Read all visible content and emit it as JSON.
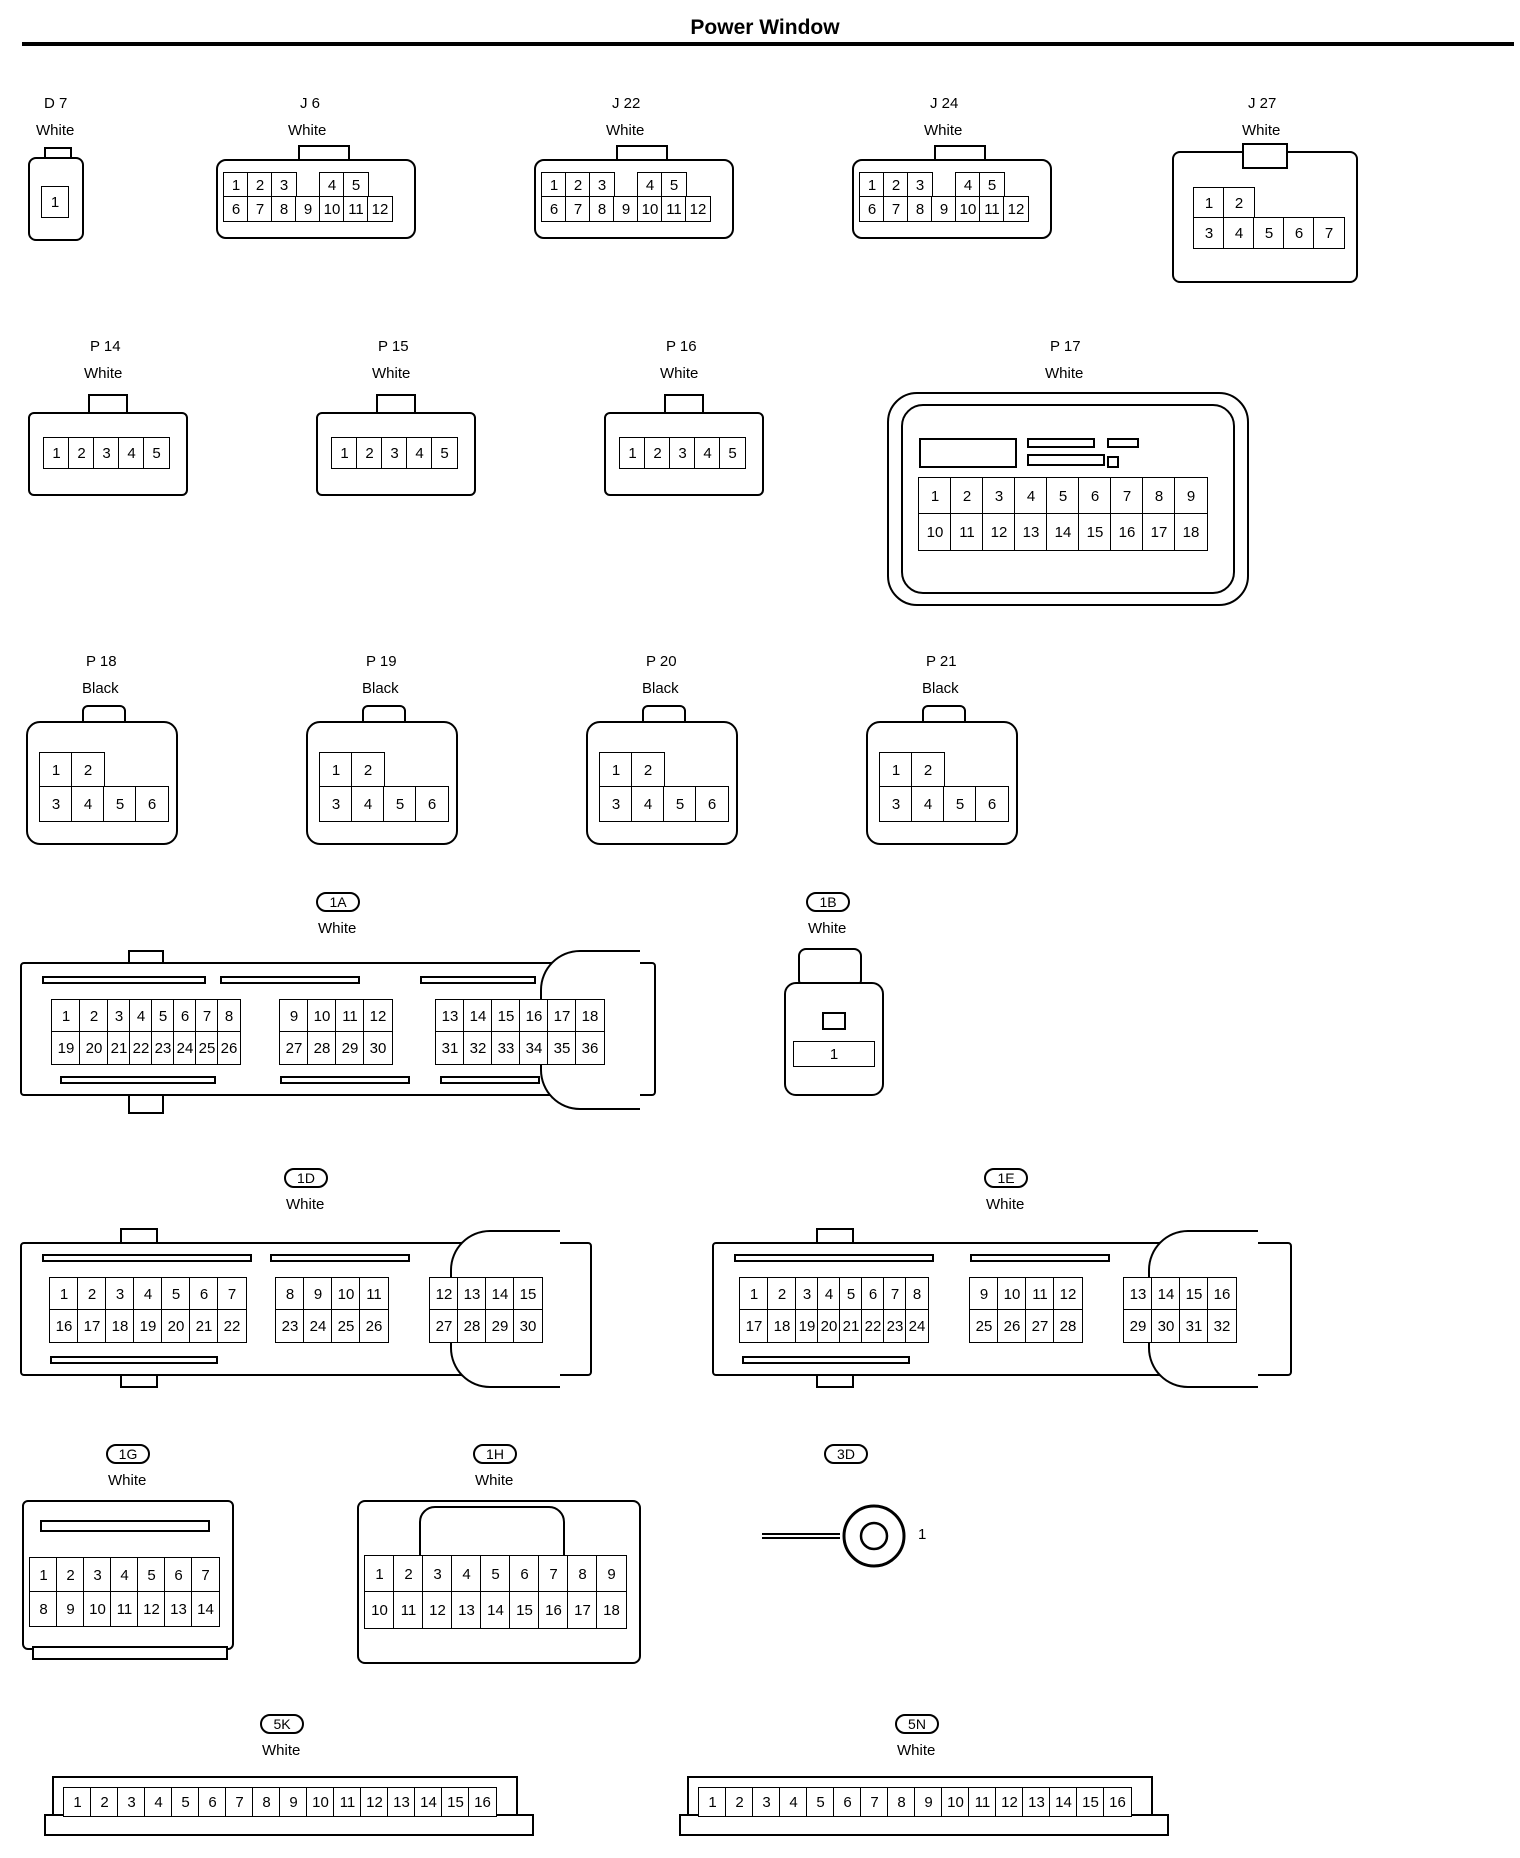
{
  "title": "Power Window",
  "connectors": {
    "d7": {
      "name": "D 7",
      "color": "White",
      "rows": [
        [
          "1"
        ]
      ]
    },
    "j6": {
      "name": "J 6",
      "color": "White",
      "rows": [
        [
          "1",
          "2",
          "3",
          "",
          "4",
          "5"
        ],
        [
          "6",
          "7",
          "8",
          "9",
          "10",
          "11",
          "12"
        ]
      ]
    },
    "j22": {
      "name": "J 22",
      "color": "White",
      "rows": [
        [
          "1",
          "2",
          "3",
          "",
          "4",
          "5"
        ],
        [
          "6",
          "7",
          "8",
          "9",
          "10",
          "11",
          "12"
        ]
      ]
    },
    "j24": {
      "name": "J 24",
      "color": "White",
      "rows": [
        [
          "1",
          "2",
          "3",
          "",
          "4",
          "5"
        ],
        [
          "6",
          "7",
          "8",
          "9",
          "10",
          "11",
          "12"
        ]
      ]
    },
    "j27": {
      "name": "J 27",
      "color": "White",
      "rows": [
        [
          "1",
          "2"
        ],
        [
          "3",
          "4",
          "5",
          "6",
          "7"
        ]
      ]
    },
    "p14": {
      "name": "P 14",
      "color": "White",
      "rows": [
        [
          "1",
          "2",
          "3",
          "4",
          "5"
        ]
      ]
    },
    "p15": {
      "name": "P 15",
      "color": "White",
      "rows": [
        [
          "1",
          "2",
          "3",
          "4",
          "5"
        ]
      ]
    },
    "p16": {
      "name": "P 16",
      "color": "White",
      "rows": [
        [
          "1",
          "2",
          "3",
          "4",
          "5"
        ]
      ]
    },
    "p17": {
      "name": "P 17",
      "color": "White",
      "rows": [
        [
          "1",
          "2",
          "3",
          "4",
          "5",
          "6",
          "7",
          "8",
          "9"
        ],
        [
          "10",
          "11",
          "12",
          "13",
          "14",
          "15",
          "16",
          "17",
          "18"
        ]
      ]
    },
    "p18": {
      "name": "P 18",
      "color": "Black",
      "rows": [
        [
          "1",
          "2"
        ],
        [
          "3",
          "4",
          "5",
          "6"
        ]
      ]
    },
    "p19": {
      "name": "P 19",
      "color": "Black",
      "rows": [
        [
          "1",
          "2"
        ],
        [
          "3",
          "4",
          "5",
          "6"
        ]
      ]
    },
    "p20": {
      "name": "P 20",
      "color": "Black",
      "rows": [
        [
          "1",
          "2"
        ],
        [
          "3",
          "4",
          "5",
          "6"
        ]
      ]
    },
    "p21": {
      "name": "P 21",
      "color": "Black",
      "rows": [
        [
          "1",
          "2"
        ],
        [
          "3",
          "4",
          "5",
          "6"
        ]
      ]
    },
    "c1a": {
      "name": "1A",
      "color": "White",
      "blocks": [
        [
          [
            "1",
            "2",
            "3",
            "4",
            "5",
            "6",
            "7",
            "8"
          ],
          [
            "19",
            "20",
            "21",
            "22",
            "23",
            "24",
            "25",
            "26"
          ]
        ],
        [
          [
            "9",
            "10",
            "11",
            "12"
          ],
          [
            "27",
            "28",
            "29",
            "30"
          ]
        ],
        [
          [
            "13",
            "14",
            "15",
            "16",
            "17",
            "18"
          ],
          [
            "31",
            "32",
            "33",
            "34",
            "35",
            "36"
          ]
        ]
      ]
    },
    "c1b": {
      "name": "1B",
      "color": "White",
      "rows": [
        [
          "1"
        ]
      ]
    },
    "c1d": {
      "name": "1D",
      "color": "White",
      "blocks": [
        [
          [
            "1",
            "2",
            "3",
            "4",
            "5",
            "6",
            "7"
          ],
          [
            "16",
            "17",
            "18",
            "19",
            "20",
            "21",
            "22"
          ]
        ],
        [
          [
            "8",
            "9",
            "10",
            "11"
          ],
          [
            "23",
            "24",
            "25",
            "26"
          ]
        ],
        [
          [
            "12",
            "13",
            "14",
            "15"
          ],
          [
            "27",
            "28",
            "29",
            "30"
          ]
        ]
      ]
    },
    "c1e": {
      "name": "1E",
      "color": "White",
      "blocks": [
        [
          [
            "1",
            "2",
            "3",
            "4",
            "5",
            "6",
            "7",
            "8"
          ],
          [
            "17",
            "18",
            "19",
            "20",
            "21",
            "22",
            "23",
            "24"
          ]
        ],
        [
          [
            "9",
            "10",
            "11",
            "12"
          ],
          [
            "25",
            "26",
            "27",
            "28"
          ]
        ],
        [
          [
            "13",
            "14",
            "15",
            "16"
          ],
          [
            "29",
            "30",
            "31",
            "32"
          ]
        ]
      ]
    },
    "c1g": {
      "name": "1G",
      "color": "White",
      "rows": [
        [
          "1",
          "2",
          "3",
          "4",
          "5",
          "6",
          "7"
        ],
        [
          "8",
          "9",
          "10",
          "11",
          "12",
          "13",
          "14"
        ]
      ]
    },
    "c1h": {
      "name": "1H",
      "color": "White",
      "rows": [
        [
          "1",
          "2",
          "3",
          "4",
          "5",
          "6",
          "7",
          "8",
          "9"
        ],
        [
          "10",
          "11",
          "12",
          "13",
          "14",
          "15",
          "16",
          "17",
          "18"
        ]
      ]
    },
    "c3d": {
      "name": "3D",
      "pin": "1"
    },
    "c5k": {
      "name": "5K",
      "color": "White",
      "rows": [
        [
          "1",
          "2",
          "3",
          "4",
          "5",
          "6",
          "7",
          "8",
          "9",
          "10",
          "11",
          "12",
          "13",
          "14",
          "15",
          "16"
        ]
      ]
    },
    "c5n": {
      "name": "5N",
      "color": "White",
      "rows": [
        [
          "1",
          "2",
          "3",
          "4",
          "5",
          "6",
          "7",
          "8",
          "9",
          "10",
          "11",
          "12",
          "13",
          "14",
          "15",
          "16"
        ]
      ]
    }
  }
}
